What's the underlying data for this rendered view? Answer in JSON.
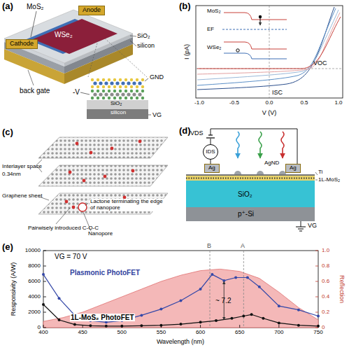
{
  "diagram": {
    "nodes": [
      {
        "text": [
          "Cathode"
        ]
      },
      {
        "text": [
          "Anode"
        ]
      },
      {
        "text": [
          "IDS"
        ]
      },
      {
        "text": [
          "Ag"
        ]
      },
      {
        "text": [
          "Ag"
        ]
      }
    ],
    "labels": [
      "(a)",
      "MoS₂",
      "WSe₂",
      "SiO₂",
      "silicon",
      "back gate",
      "GND",
      "-V",
      "SiO₂",
      "silicon",
      "VG",
      "(b)",
      "I (pA)",
      "V (V)",
      "-1.0",
      "-0.5",
      "0.0",
      "0.5",
      "1.0",
      "VOC",
      "ISC",
      "MoS₂",
      "EF",
      "WSe₂",
      "(c)",
      "Interlayer space",
      "0.34nm",
      "Graphene sheet",
      "Pairwisely introduced C-O-C",
      "Lactone terminating the edge of nanopore",
      "Nanopore",
      "(d)",
      "VDS",
      "AgND",
      "Ti",
      "1L-MoS₂",
      "SiO₂",
      "p⁺-Si",
      "VG",
      "(e)",
      "VG = 70 V",
      "Plasmonic PhotoFET",
      "1L-MoS₂ PhotoFET",
      "B",
      "A",
      "~ 7.2",
      "Responsivity (A/W)",
      "Reflection",
      "Wavelength (nm)",
      "0",
      "2000",
      "4000",
      "6000",
      "8000",
      "10000",
      "0",
      "0.2",
      "0.4",
      "0.6",
      "0.8",
      "1.0",
      "400",
      "450",
      "500",
      "550",
      "600",
      "650",
      "700",
      "750"
    ]
  }
}
